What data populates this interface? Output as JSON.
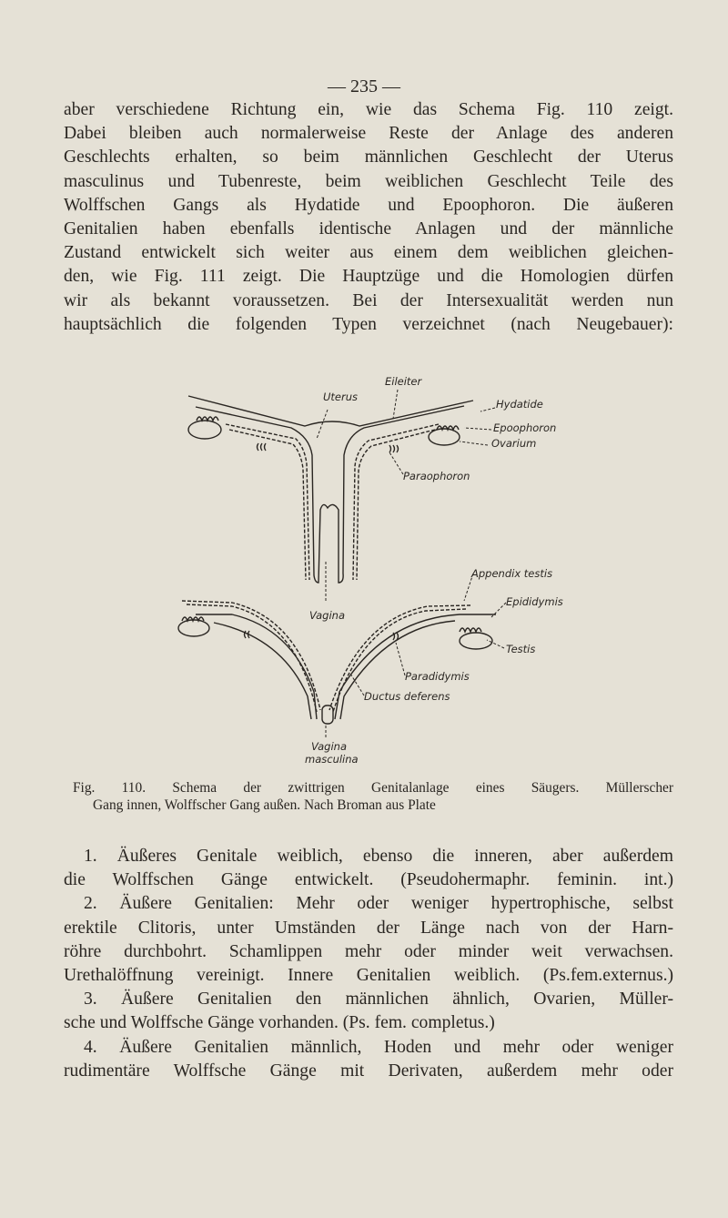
{
  "page_number": "— 235 —",
  "intro_lines": [
    "aber verschiedene Richtung ein, wie das Schema Fig. 110 zeigt.",
    "Dabei bleiben auch normalerweise Reste der Anlage des anderen",
    "Geschlechts erhalten, so beim männlichen Geschlecht der Uterus",
    "masculinus und Tubenreste, beim weiblichen Geschlecht Teile des",
    "Wolffschen Gangs als Hydatide und Epoophoron. Die äußeren",
    "Genitalien haben ebenfalls identische Anlagen und der männliche",
    "Zustand entwickelt sich weiter aus einem dem weiblichen gleichen-",
    "den, wie Fig. 111 zeigt. Die Hauptzüge und die Homologien dürfen",
    "wir als bekannt voraussetzen. Bei der Intersexualität werden nun",
    "hauptsächlich die folgenden Typen verzeichnet (nach Neugebauer):"
  ],
  "figure": {
    "labels": {
      "eileiter": "Eileiter",
      "uterus": "Uterus",
      "hydatide": "Hydatide",
      "epoophoron": "Epoophoron",
      "ovarium": "Ovarium",
      "paraophoron": "Paraophoron",
      "appendix_testis": "Appendix testis",
      "epididymis": "Epididymis",
      "vagina": "Vagina",
      "testis": "Testis",
      "paradidymis": "Paradidymis",
      "ductus_deferens": "Ductus deferens",
      "vagina_masculina_1": "Vagina",
      "vagina_masculina_2": "masculina"
    },
    "caption_lines": [
      "Fig. 110.  Schema der zwittrigen Genitalanlage eines Säugers.  Müllerscher",
      "Gang innen, Wolffscher Gang außen.  Nach Broman aus Plate"
    ]
  },
  "list_lines": [
    "1. Äußeres Genitale weiblich, ebenso die inneren, aber außerdem",
    "die Wolffschen Gänge entwickelt.  (Pseudohermaphr. feminin. int.)",
    "2. Äußere Genitalien: Mehr oder weniger hypertrophische, selbst",
    "erektile Clitoris, unter Umständen der Länge nach von der Harn-",
    "röhre durchbohrt. Schamlippen mehr oder minder weit verwachsen.",
    "Urethalöffnung vereinigt. Innere Genitalien weiblich. (Ps.fem.externus.)",
    "3. Äußere Genitalien den männlichen ähnlich, Ovarien, Müller-",
    "sche und Wolffsche Gänge vorhanden. (Ps. fem. completus.)",
    "4. Äußere Genitalien männlich, Hoden und mehr oder weniger",
    "rudimentäre Wolffsche Gänge mit Derivaten, außerdem mehr oder"
  ]
}
